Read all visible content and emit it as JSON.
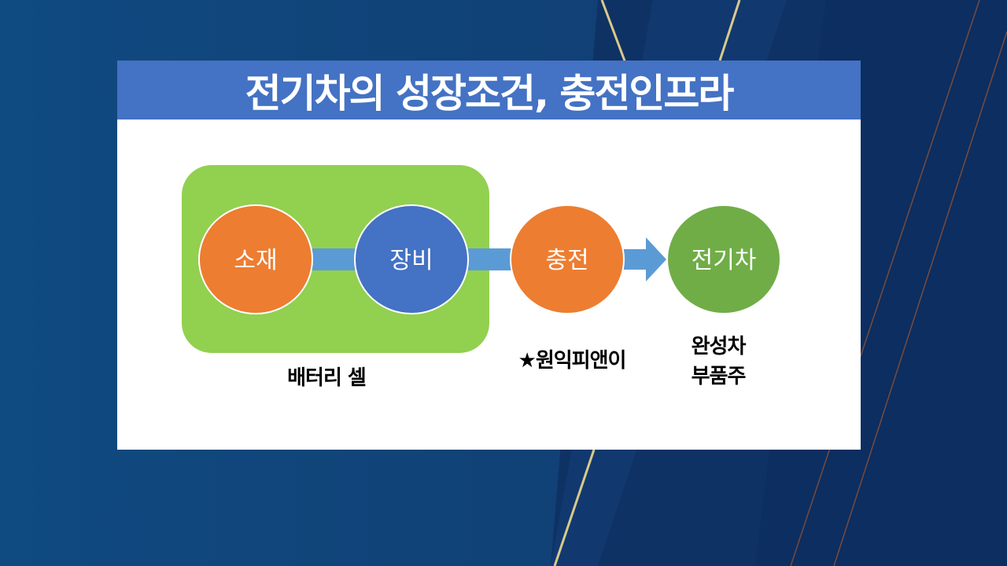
{
  "title": "전기차의 성장조건, 충전인프라",
  "diagram": {
    "nodes": [
      {
        "label": "소재",
        "color": "#ed7d31"
      },
      {
        "label": "장비",
        "color": "#4472c4"
      },
      {
        "label": "충전",
        "color": "#ed7d31"
      },
      {
        "label": "전기차",
        "color": "#70ad47"
      }
    ],
    "group_color": "#92d050",
    "connector_color": "#5b9bd5",
    "captions": {
      "battery_cell": "배터리 셀",
      "charging": "★원익피앤이",
      "ev_line1": "완성차",
      "ev_line2": "부품주"
    }
  },
  "colors": {
    "title_bar": "#4472c4",
    "background": "#0f3f70",
    "accent_line": "#d9c98a"
  }
}
